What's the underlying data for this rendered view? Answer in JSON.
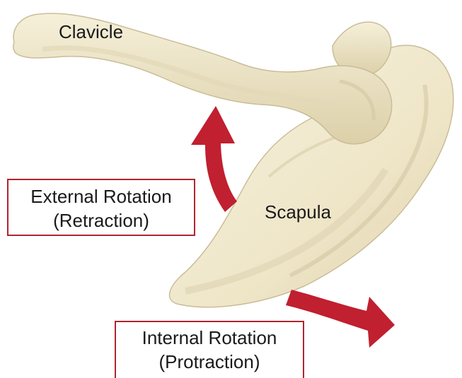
{
  "labels": {
    "clavicle": "Clavicle",
    "scapula": "Scapula"
  },
  "rotations": {
    "external": {
      "line1": "External Rotation",
      "line2": "(Retraction)"
    },
    "internal": {
      "line1": "Internal Rotation",
      "line2": "(Protraction)"
    }
  },
  "colors": {
    "bone_fill": "#f1ead2",
    "bone_shadow": "#d9cfae",
    "bone_outline": "#c9bd98",
    "arrow": "#c0202f",
    "box_border": "#b0252e"
  }
}
